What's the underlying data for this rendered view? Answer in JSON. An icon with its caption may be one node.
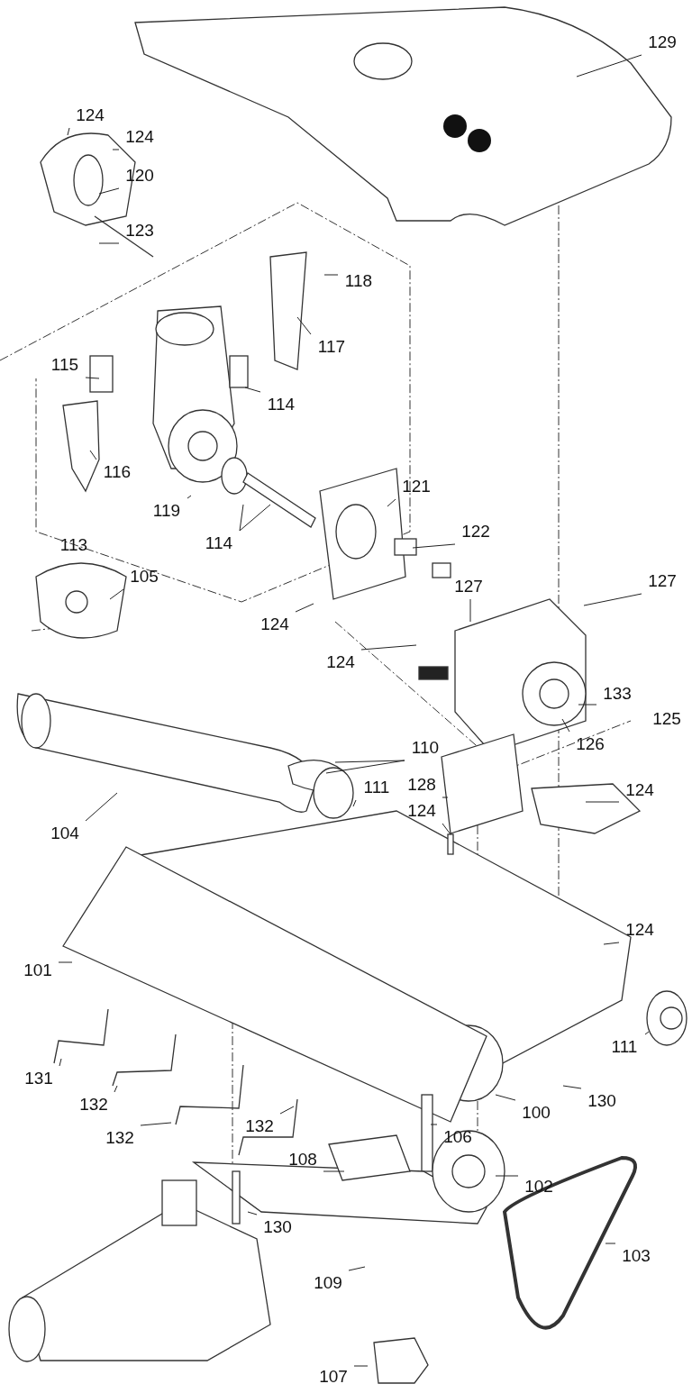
{
  "diagram": {
    "nodes": [
      {
        "text": [
          "129"
        ]
      },
      {
        "text": [
          "124"
        ]
      },
      {
        "text": [
          "124"
        ]
      },
      {
        "text": [
          "120"
        ]
      },
      {
        "text": [
          "123"
        ]
      },
      {
        "text": [
          "118"
        ]
      },
      {
        "text": [
          "117"
        ]
      },
      {
        "text": [
          "115"
        ]
      },
      {
        "text": [
          "114"
        ]
      },
      {
        "text": [
          "116"
        ]
      },
      {
        "text": [
          "121"
        ]
      },
      {
        "text": [
          "119"
        ]
      },
      {
        "text": [
          "122"
        ]
      },
      {
        "text": [
          "114"
        ]
      },
      {
        "text": [
          "105"
        ]
      },
      {
        "text": [
          "127"
        ]
      },
      {
        "text": [
          "127"
        ]
      },
      {
        "text": [
          "124"
        ]
      },
      {
        "text": [
          "124"
        ]
      },
      {
        "text": [
          "133"
        ]
      },
      {
        "text": [
          "126"
        ]
      },
      {
        "text": [
          "110"
        ]
      },
      {
        "text": [
          "124"
        ]
      },
      {
        "text": [
          "128"
        ]
      },
      {
        "text": [
          "111"
        ]
      },
      {
        "text": [
          "124"
        ]
      },
      {
        "text": [
          "104"
        ]
      },
      {
        "text": [
          "124"
        ]
      },
      {
        "text": [
          "101"
        ]
      },
      {
        "text": [
          "111"
        ]
      },
      {
        "text": [
          "131"
        ]
      },
      {
        "text": [
          "130"
        ]
      },
      {
        "text": [
          "132"
        ]
      },
      {
        "text": [
          "100"
        ]
      },
      {
        "text": [
          "132"
        ]
      },
      {
        "text": [
          "106"
        ]
      },
      {
        "text": [
          "132"
        ]
      },
      {
        "text": [
          "108"
        ]
      },
      {
        "text": [
          "102"
        ]
      },
      {
        "text": [
          "103"
        ]
      },
      {
        "text": [
          "130"
        ]
      },
      {
        "text": [
          "109"
        ]
      },
      {
        "text": [
          "107"
        ]
      }
    ],
    "edges": [
      {
        "from": 0,
        "to": null,
        "arrow": "none"
      },
      {
        "from": 1,
        "to": null,
        "arrow": "none"
      },
      {
        "from": 2,
        "to": null,
        "arrow": "none"
      },
      {
        "from": 3,
        "to": null,
        "arrow": "none"
      },
      {
        "from": 4,
        "to": null,
        "arrow": "none"
      },
      {
        "from": 5,
        "to": null,
        "arrow": "none"
      },
      {
        "from": 6,
        "to": null,
        "arrow": "none"
      },
      {
        "from": 7,
        "to": null,
        "arrow": "none"
      },
      {
        "from": 8,
        "to": null,
        "arrow": "none"
      },
      {
        "from": 9,
        "to": null,
        "arrow": "none"
      },
      {
        "from": 10,
        "to": null,
        "arrow": "none"
      },
      {
        "from": 11,
        "to": null,
        "arrow": "none"
      },
      {
        "from": 12,
        "to": null,
        "arrow": "none"
      },
      {
        "from": 13,
        "to": null,
        "arrow": "none"
      },
      {
        "from": 13,
        "to": null,
        "arrow": "none"
      },
      {
        "from": 14,
        "to": null,
        "arrow": "none"
      },
      {
        "from": 15,
        "to": null,
        "arrow": "none"
      },
      {
        "from": 16,
        "to": null,
        "arrow": "none"
      },
      {
        "from": 17,
        "to": null,
        "arrow": "none"
      },
      {
        "from": 18,
        "to": null,
        "arrow": "none"
      },
      {
        "from": 19,
        "to": null,
        "arrow": "none"
      },
      {
        "from": 20,
        "to": null,
        "arrow": "none"
      },
      {
        "from": 21,
        "to": null,
        "arrow": "none"
      },
      {
        "from": 21,
        "to": null,
        "arrow": "none"
      },
      {
        "from": 22,
        "to": null,
        "arrow": "none"
      },
      {
        "from": 23,
        "to": null,
        "arrow": "none"
      },
      {
        "from": 24,
        "to": null,
        "arrow": "none"
      },
      {
        "from": 25,
        "to": null,
        "arrow": "none"
      },
      {
        "from": 26,
        "to": null,
        "arrow": "none"
      },
      {
        "from": 27,
        "to": null,
        "arrow": "none"
      },
      {
        "from": 28,
        "to": null,
        "arrow": "none"
      },
      {
        "from": 29,
        "to": null,
        "arrow": "none"
      },
      {
        "from": 30,
        "to": null,
        "arrow": "none"
      },
      {
        "from": 31,
        "to": null,
        "arrow": "none"
      },
      {
        "from": 32,
        "to": null,
        "arrow": "none"
      },
      {
        "from": 33,
        "to": null,
        "arrow": "none"
      },
      {
        "from": 34,
        "to": null,
        "arrow": "none"
      },
      {
        "from": 35,
        "to": null,
        "arrow": "none"
      },
      {
        "from": 36,
        "to": null,
        "arrow": "none"
      },
      {
        "from": 37,
        "to": null,
        "arrow": "none"
      },
      {
        "from": 38,
        "to": null,
        "arrow": "none"
      },
      {
        "from": 39,
        "to": null,
        "arrow": "none"
      },
      {
        "from": 40,
        "to": null,
        "arrow": "none"
      },
      {
        "from": 41,
        "to": null,
        "arrow": "none"
      },
      {
        "from": 42,
        "to": null,
        "arrow": "none"
      }
    ],
    "labels": [
      "113",
      "125"
    ]
  }
}
